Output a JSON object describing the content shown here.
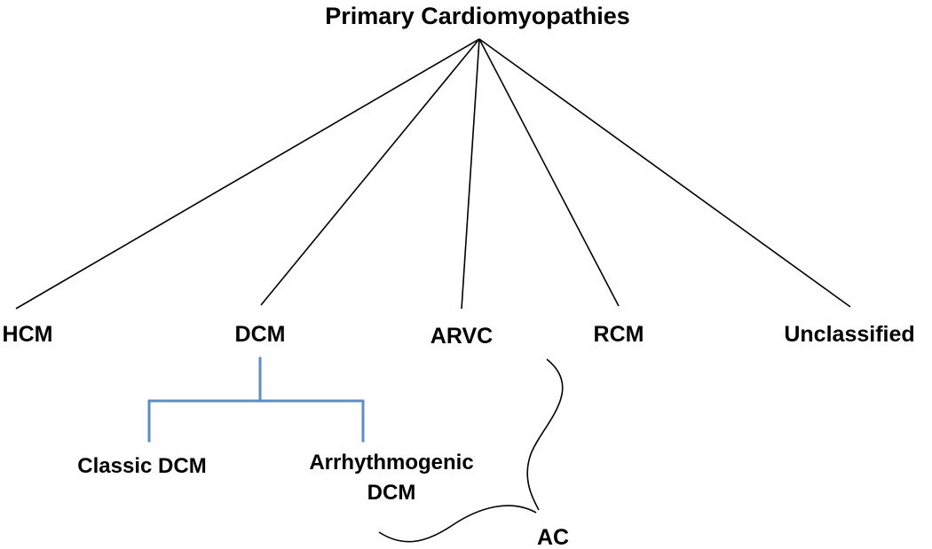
{
  "diagram": {
    "root": {
      "label": "Primary Cardiomyopathies"
    },
    "children": [
      {
        "id": "hcm",
        "label": "HCM"
      },
      {
        "id": "dcm",
        "label": "DCM"
      },
      {
        "id": "arvc",
        "label": "ARVC"
      },
      {
        "id": "rcm",
        "label": "RCM"
      },
      {
        "id": "unclassified",
        "label": "Unclassified"
      }
    ],
    "dcm_subtypes": [
      {
        "id": "classic-dcm",
        "label_lines": [
          "Classic DCM"
        ]
      },
      {
        "id": "arrhythmogenic-dcm",
        "label_lines": [
          "Arrhythmogenic",
          "DCM"
        ]
      }
    ],
    "grouping": {
      "label": "AC"
    },
    "colors": {
      "tree_lines": "#000000",
      "dcm_bracket": "#5b8ec4",
      "grouping_curve": "#000000"
    }
  }
}
